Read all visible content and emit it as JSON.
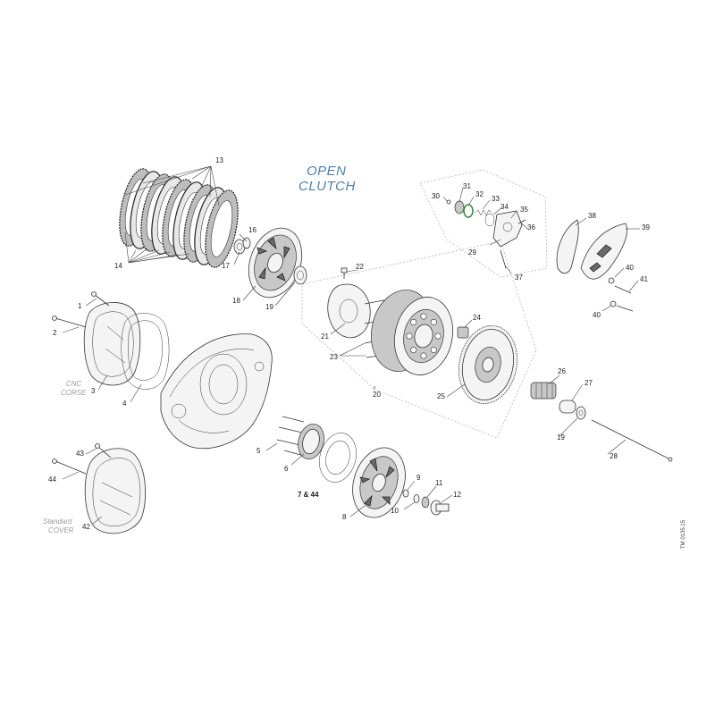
{
  "heading": {
    "line1": "OPEN",
    "line2": "CLUTCH"
  },
  "notes": {
    "cnc": {
      "line1": "CNC",
      "line2": "CORSE"
    },
    "standard": {
      "line1": "Standard",
      "line2": "COVER"
    }
  },
  "reference_code": "TM 0135.15",
  "callouts": {
    "c1": "1",
    "c2": "2",
    "c3": "3",
    "c4": "4",
    "c5": "5",
    "c6": "6",
    "c7_44": "7 & 44",
    "c8": "8",
    "c9": "9",
    "c10": "10",
    "c11": "11",
    "c12": "12",
    "c13": "13",
    "c14": "14",
    "c16": "16",
    "c17": "17",
    "c18": "18",
    "c19a": "19",
    "c19b": "19",
    "c20": "20",
    "c21": "21",
    "c22": "22",
    "c23": "23",
    "c24": "24",
    "c25": "25",
    "c26": "26",
    "c27": "27",
    "c28": "28",
    "c29": "29",
    "c30": "30",
    "c31": "31",
    "c32": "32",
    "c33": "33",
    "c34": "34",
    "c35": "35",
    "c36": "36",
    "c37": "37",
    "c38": "38",
    "c39": "39",
    "c40a": "40",
    "c40b": "40",
    "c41": "41",
    "c42": "42",
    "c43": "43",
    "c44": "44"
  },
  "colors": {
    "heading": "#4a7fb5",
    "note": "#9a9a9a",
    "oring": "#2e8b3a"
  }
}
